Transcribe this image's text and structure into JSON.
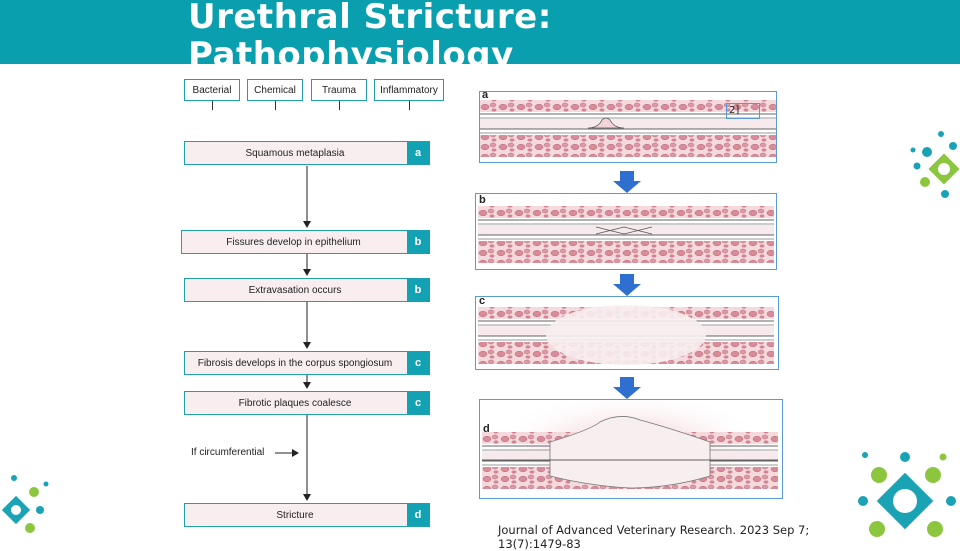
{
  "slide": {
    "title": "Urethral Stricture: Pathophysiology"
  },
  "flowchart": {
    "causes": [
      "Bacterial",
      "Chemical",
      "Trauma",
      "Inflammatory"
    ],
    "steps": [
      {
        "label": "Squamous metaplasia",
        "code": "a"
      },
      {
        "label": "Fissures develop in epithelium",
        "code": "b"
      },
      {
        "label": "Extravasation occurs",
        "code": "b"
      },
      {
        "label": "Fibrosis develops in the corpus spongiosum",
        "code": "c"
      },
      {
        "label": "Fibrotic plaques coalesce",
        "code": "c"
      },
      {
        "label": "Stricture",
        "code": "d"
      }
    ],
    "side_note": "If circumferential"
  },
  "illustration": {
    "panels": [
      "a",
      "b",
      "c",
      "d"
    ],
    "reference_mark": "2]"
  },
  "citation": "Journal of Advanced Veterinary Research. 2023 Sep 7; 13(7):1479-83",
  "colors": {
    "header": "#0a9fae",
    "box_border": "#1f9fb0",
    "code_fill": "#12a2b4",
    "step_fill": "#f8eef0",
    "arrow_blue": "#2f6fd0",
    "tissue_pink": "#e6a3ad",
    "deco_teal": "#1aa3b5",
    "deco_green": "#8cc63f"
  }
}
